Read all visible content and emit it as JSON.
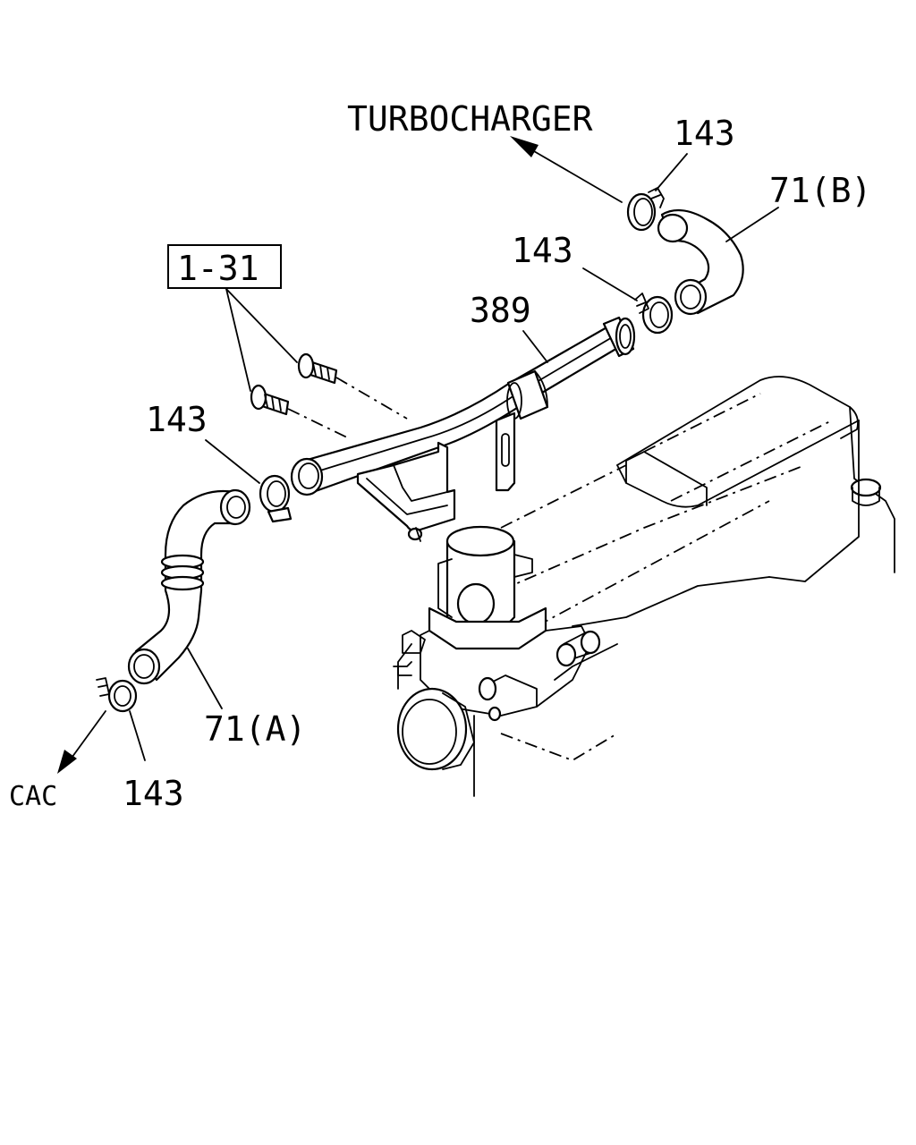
{
  "labels": {
    "turbocharger": "TURBOCHARGER",
    "cac": "CAC",
    "ref_box": "1-31",
    "clamp_top": "143",
    "clamp_mid": "143",
    "clamp_left": "143",
    "clamp_bottom": "143",
    "hose_b": "71(B)",
    "hose_a": "71(A)",
    "pipe": "389"
  }
}
